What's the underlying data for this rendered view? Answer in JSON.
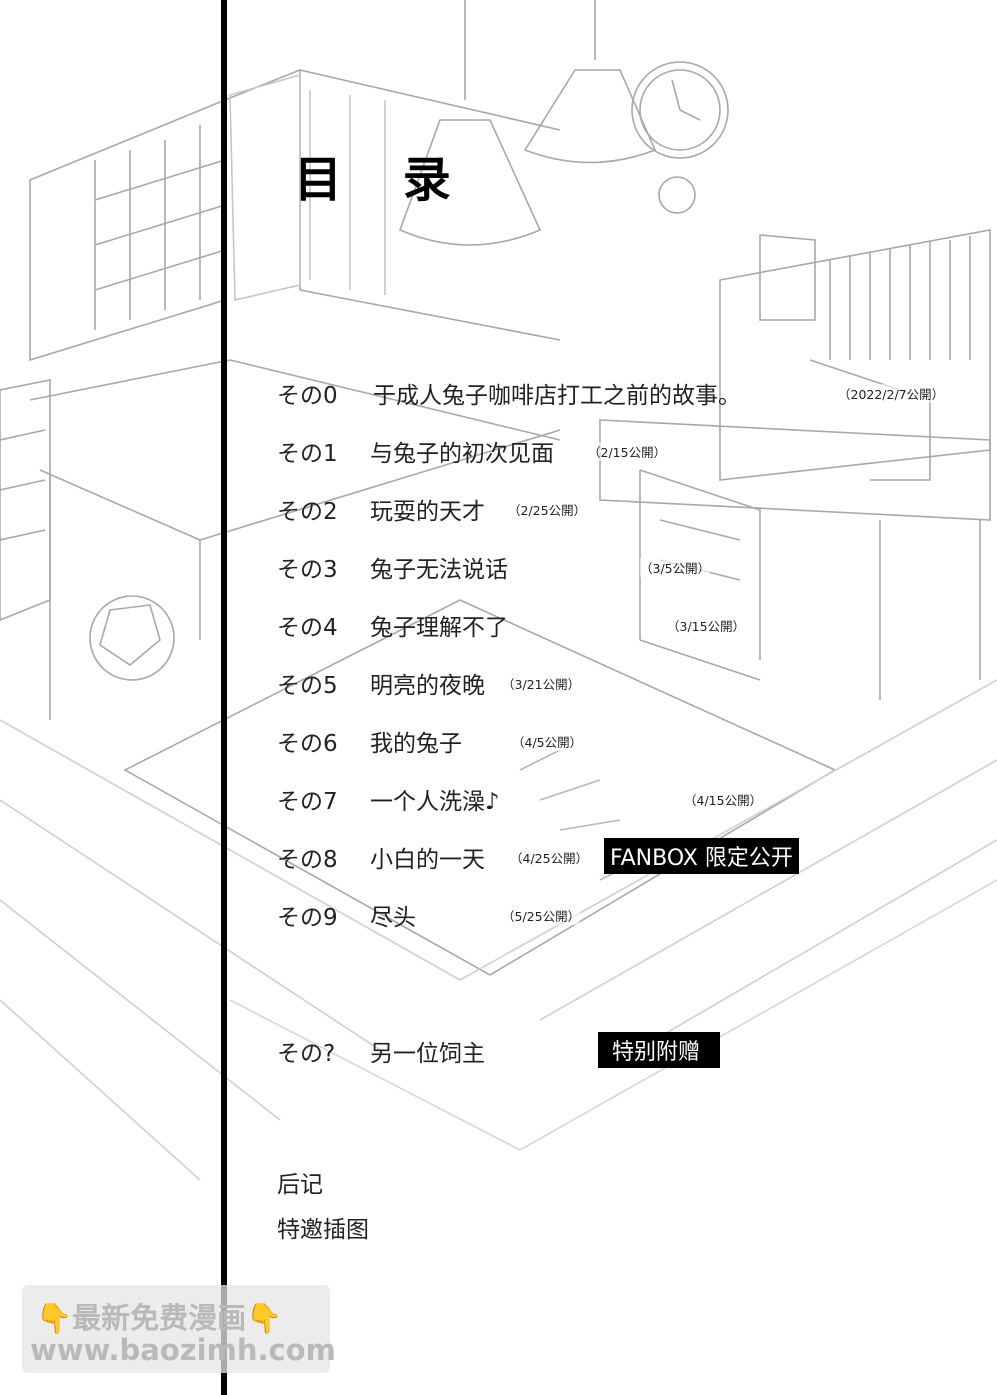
{
  "title": "目 录",
  "chapters": [
    {
      "no": "その0",
      "name": "于成人兔子咖啡店打工之前的故事。",
      "date": "（2022/2/7公開）"
    },
    {
      "no": "その1",
      "name": "与兔子的初次见面",
      "date": "（2/15公開）"
    },
    {
      "no": "その2",
      "name": "玩耍的天才",
      "date": "（2/25公開）"
    },
    {
      "no": "その3",
      "name": "兔子无法说话",
      "date": "（3/5公開）"
    },
    {
      "no": "その4",
      "name": "兔子理解不了",
      "date": "（3/15公開）"
    },
    {
      "no": "その5",
      "name": "明亮的夜晚",
      "date": "（3/21公開）"
    },
    {
      "no": "その6",
      "name": "我的兔子",
      "date": "（4/5公開）"
    },
    {
      "no": "その7",
      "name": "一个人洗澡♪",
      "date": "（4/15公開）"
    },
    {
      "no": "その8",
      "name": "小白的一天",
      "date": "（4/25公開）",
      "badge": "FANBOX 限定公开"
    },
    {
      "no": "その9",
      "name": "尽头",
      "date": "（5/25公開）"
    }
  ],
  "special": {
    "no": "その?",
    "name": "另一位饲主",
    "badge": "特别附赠"
  },
  "extras": [
    "后记",
    "特邀插图"
  ],
  "watermark": {
    "line1": "最新免费漫画",
    "line2": "www.baozimh.com",
    "hand": "👇"
  }
}
